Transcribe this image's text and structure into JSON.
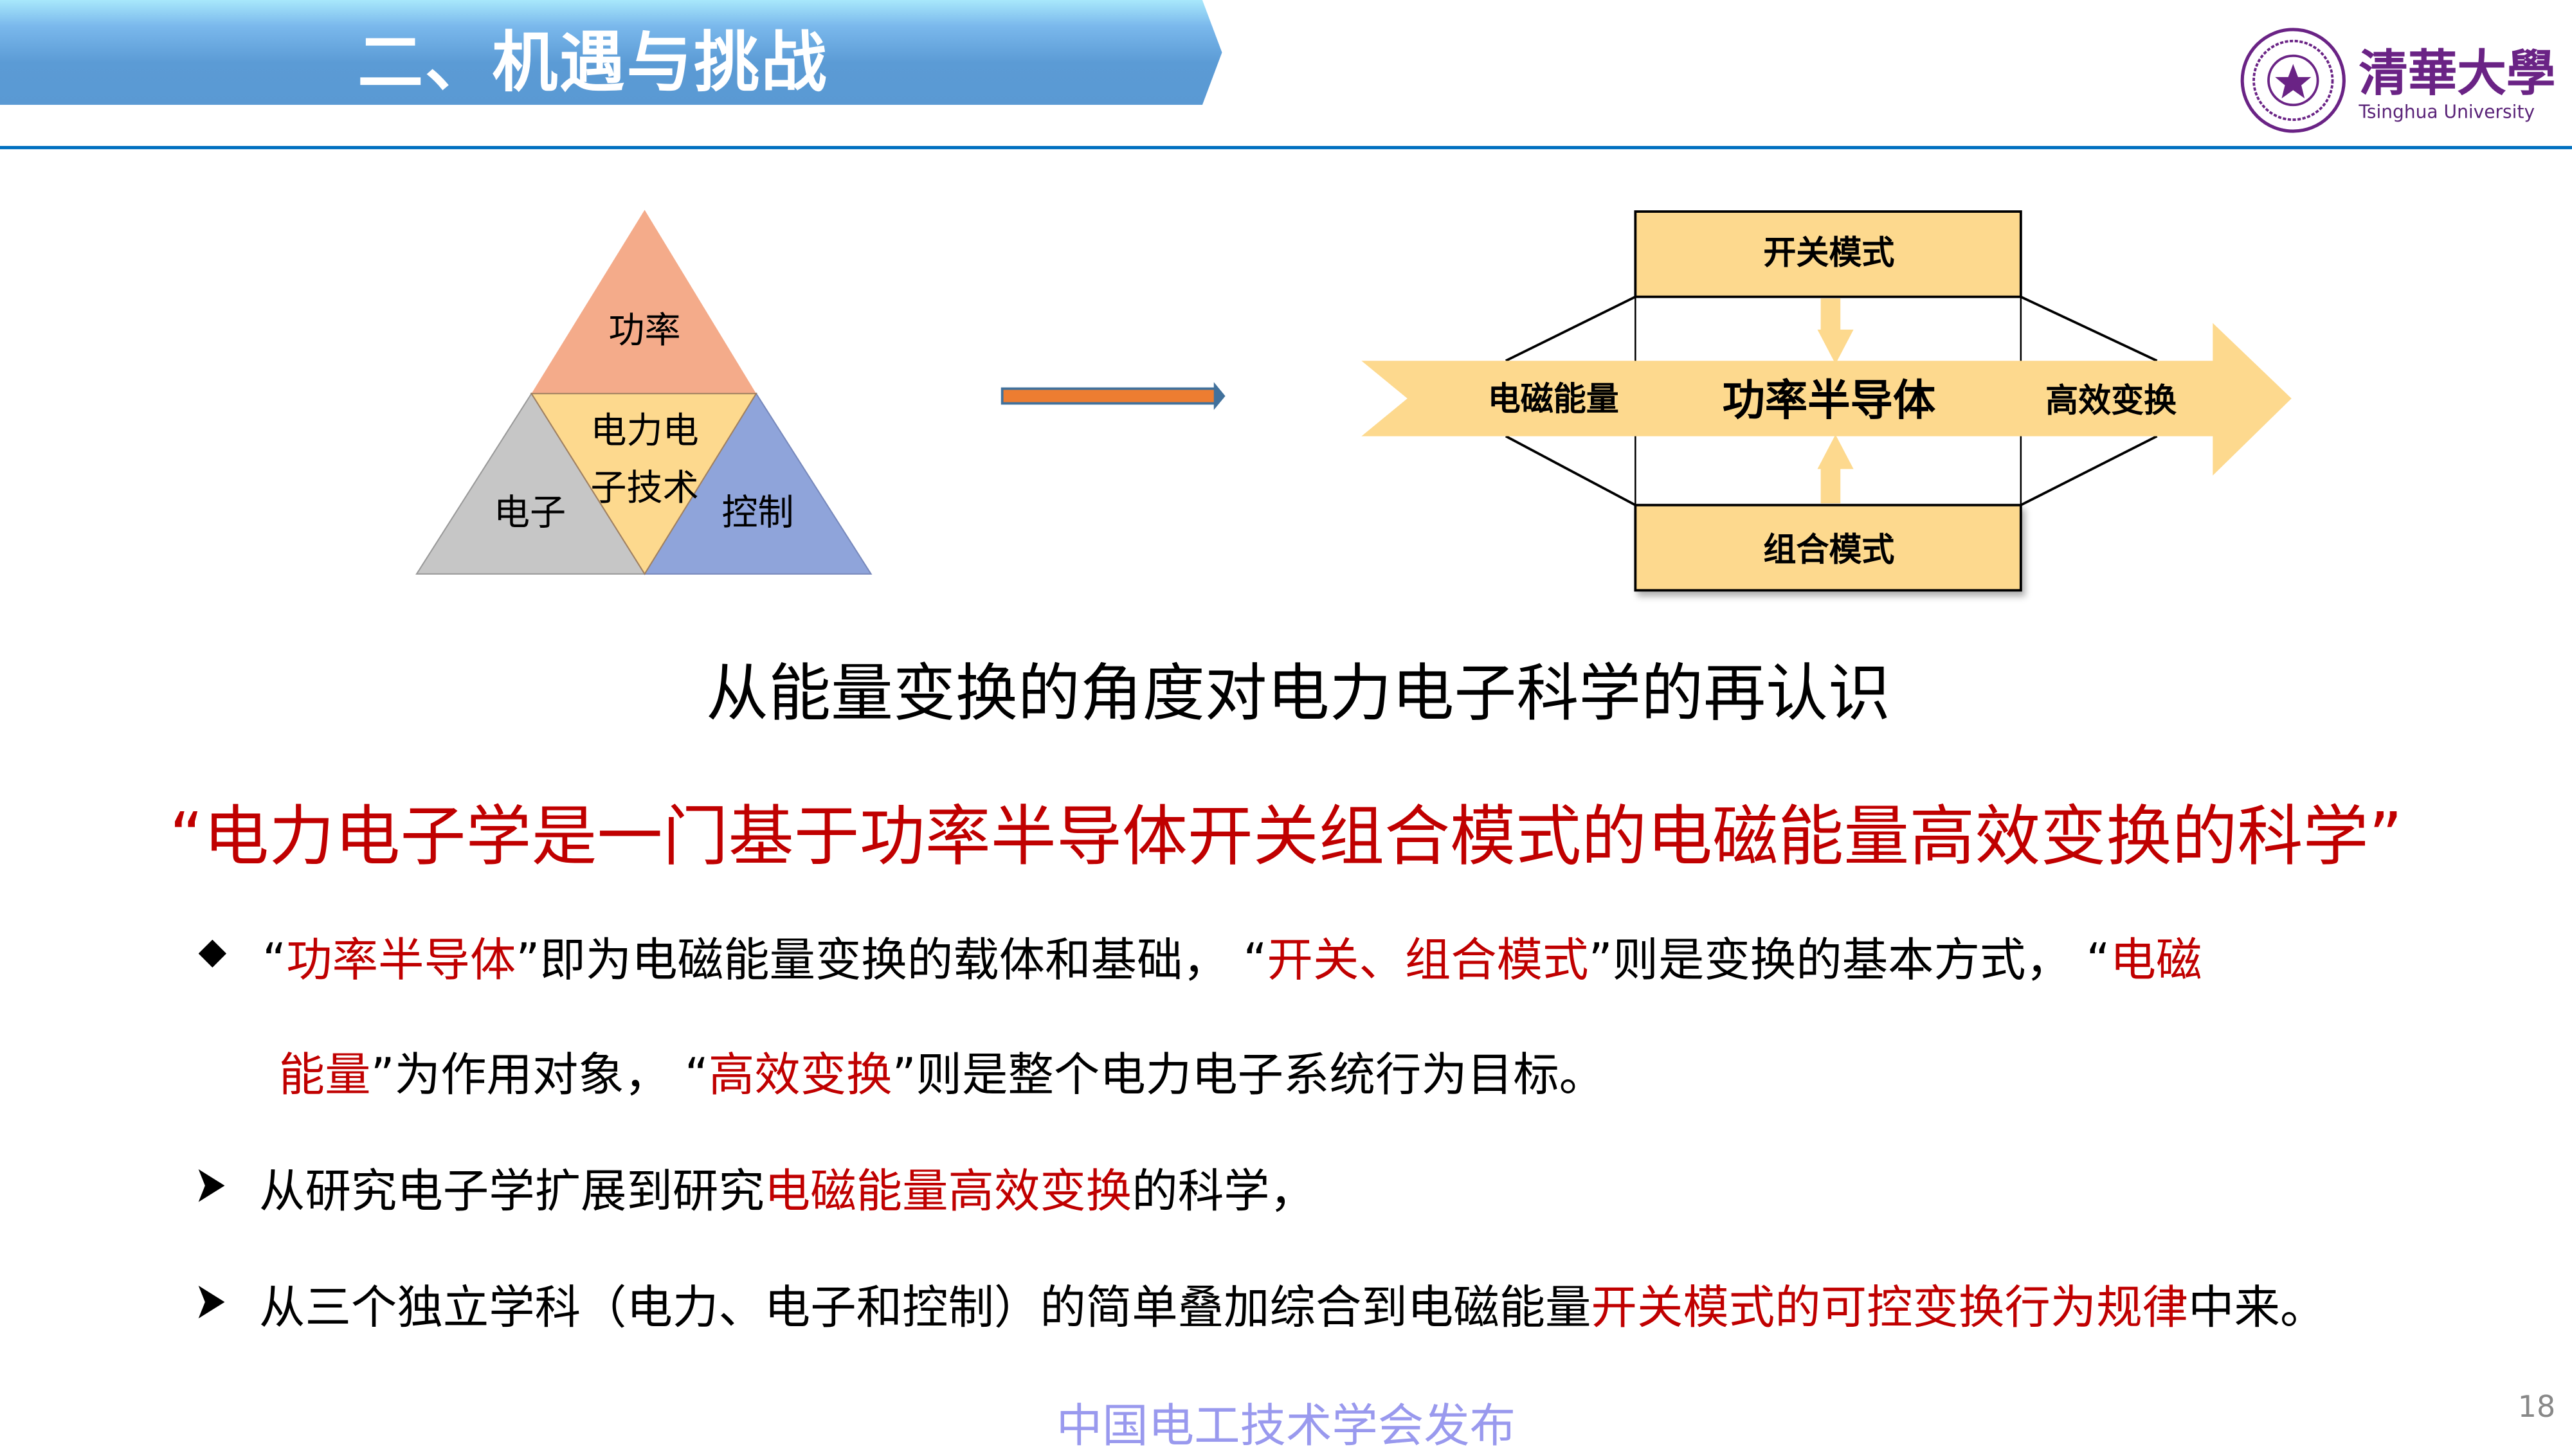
{
  "header": {
    "title": "二、机遇与挑战",
    "logo_cn": "清華大學",
    "logo_en": "Tsinghua University"
  },
  "triangle": {
    "top": "功率",
    "center_line1": "电力电",
    "center_line2": "子技术",
    "left": "电子",
    "right": "控制",
    "colors": {
      "top": "#f4a582",
      "center": "#fdd98e",
      "left": "#c4c4c4",
      "right": "#8ea3db"
    }
  },
  "flow": {
    "top_box": "开关模式",
    "bottom_box": "组合模式",
    "left": "电磁能量",
    "center": "功率半导体",
    "right": "高效变换",
    "fill": "#fdd98e"
  },
  "subtitle": "从能量变换的角度对电力电子科学的再认识",
  "thesis": "“电力电子学是一门基于功率半导体开关组合模式的电磁能量高效变换的科学”",
  "bullets": {
    "b1": {
      "s1": "“",
      "r1": "功率半导体",
      "s2": "”即为电磁能量变换的载体和基础，  “",
      "r2": "开关、组合模式",
      "s3": "”则是变换的基本方式，  “",
      "r3": "电磁",
      "r4": "能量",
      "s4": "”为作用对象，  “",
      "r5": "高效变换",
      "s5": "”则是整个电力电子系统行为目标。"
    },
    "b2": {
      "s1": "从研究电子学扩展到研究",
      "r1": "电磁能量高效变换",
      "s2": "的科学，"
    },
    "b3": {
      "s1": "从三个独立学科（电力、电子和控制）的简单叠加综合到电磁能量",
      "r1": "开关模式的可控变换行为规律",
      "s2": "中来。"
    }
  },
  "footer": "中国电工技术学会发布",
  "page_number": "18",
  "colors": {
    "accent_red": "#c00000",
    "header_blue": "#5b9bd5",
    "rule_blue": "#0070c0"
  }
}
